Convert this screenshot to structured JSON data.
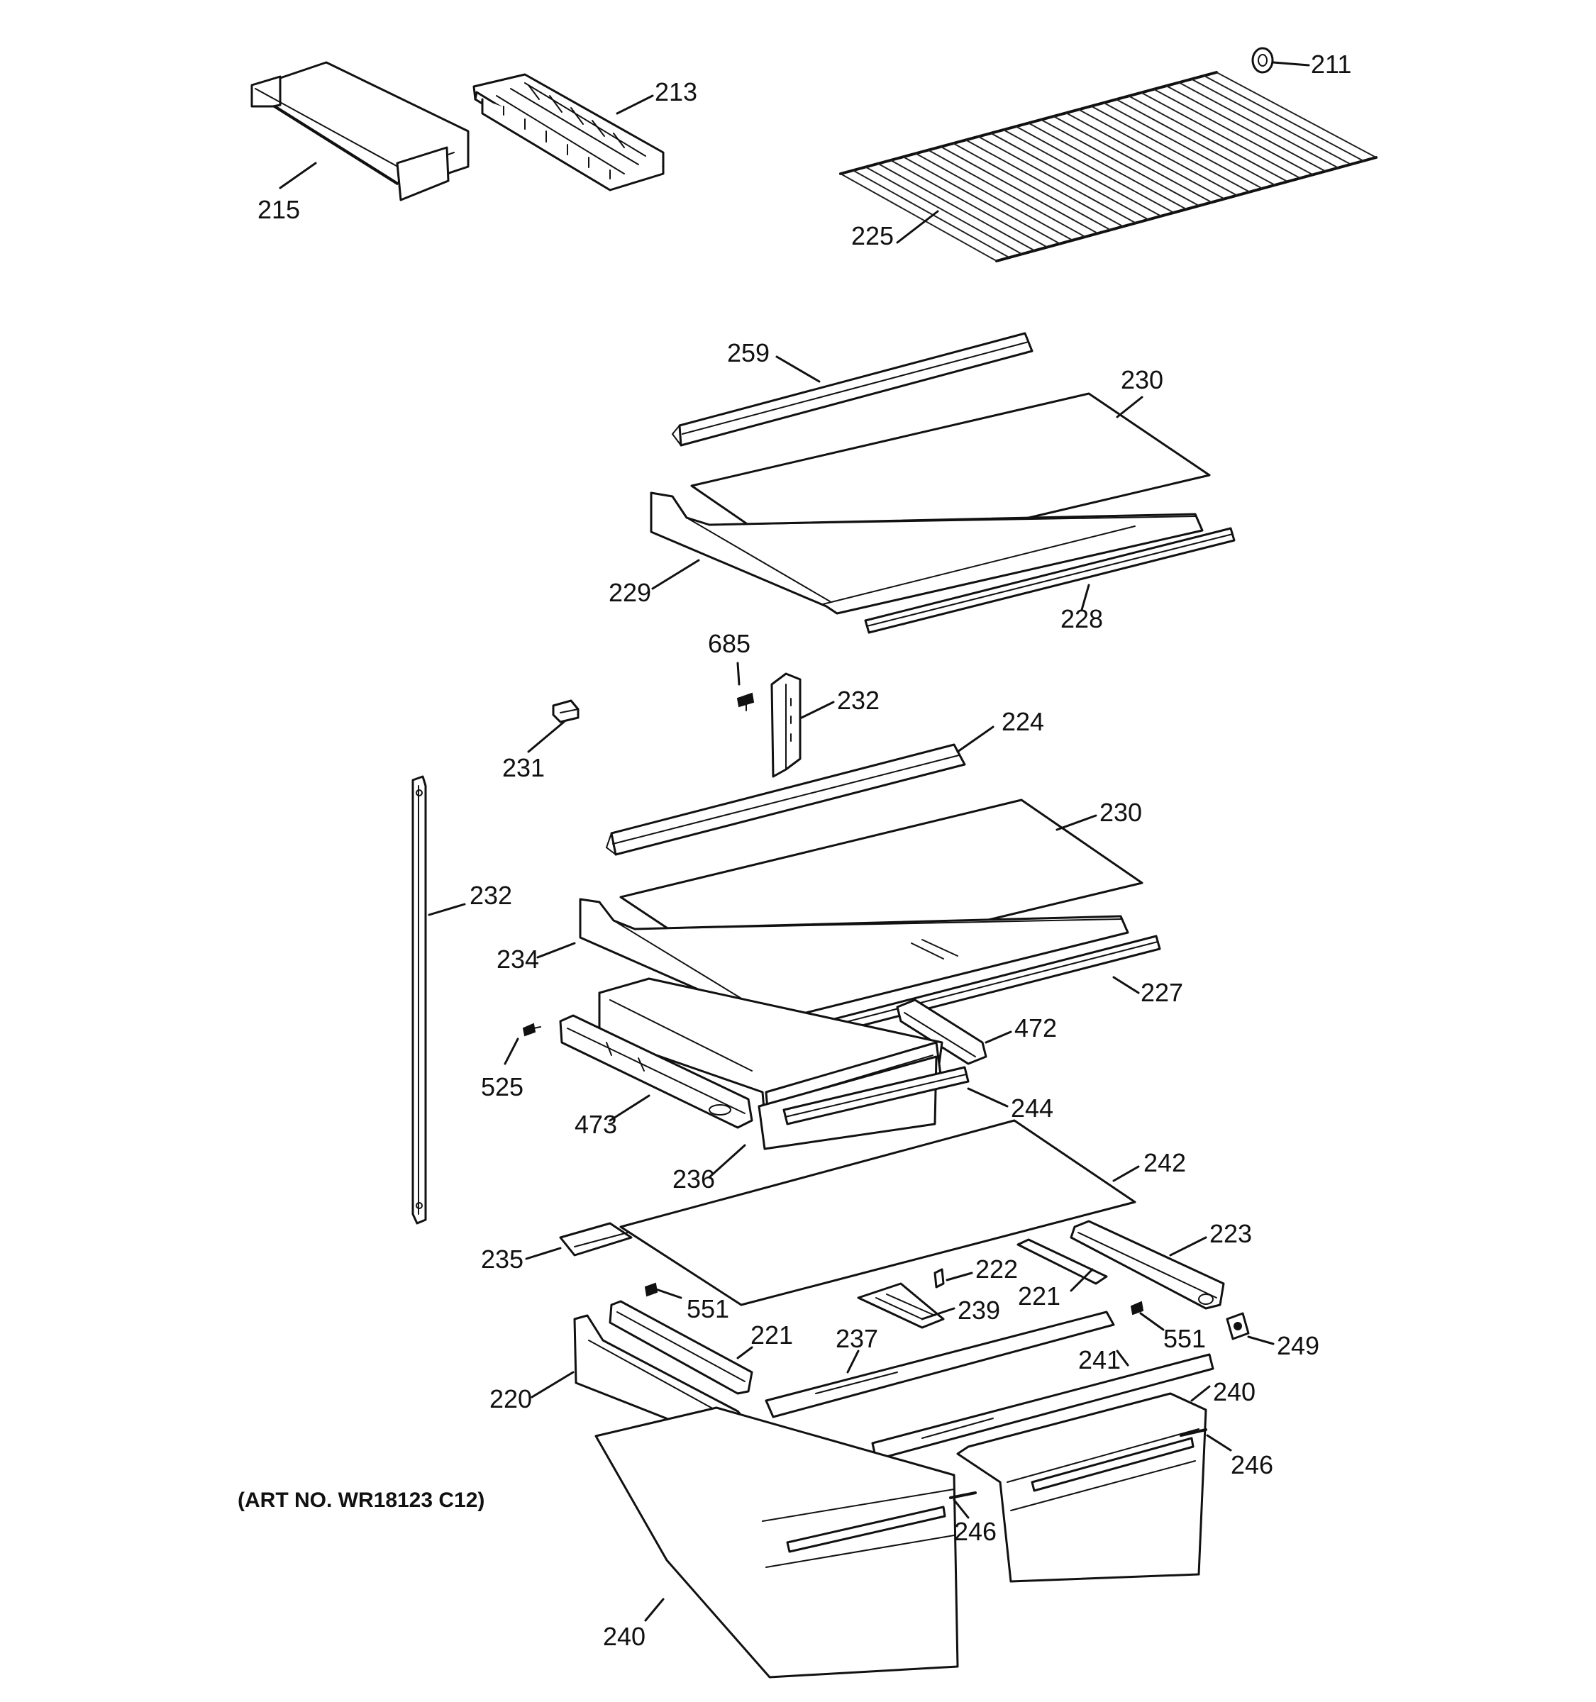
{
  "art_number": "(ART NO. WR18123 C12)",
  "callouts": {
    "c215": "215",
    "c213": "213",
    "c211": "211",
    "c225": "225",
    "c259": "259",
    "c230a": "230",
    "c229": "229",
    "c228": "228",
    "c685": "685",
    "c232a": "232",
    "c231": "231",
    "c224": "224",
    "c230b": "230",
    "c232b": "232",
    "c234": "234",
    "c227": "227",
    "c472": "472",
    "c525": "525",
    "c473": "473",
    "c244": "244",
    "c236": "236",
    "c242": "242",
    "c235": "235",
    "c223": "223",
    "c222": "222",
    "c551a": "551",
    "c221a": "221",
    "c239": "239",
    "c551b": "551",
    "c249": "249",
    "c221b": "221",
    "c237": "237",
    "c241": "241",
    "c240a": "240",
    "c220": "220",
    "c246a": "246",
    "c246b": "246",
    "c240b": "240"
  }
}
